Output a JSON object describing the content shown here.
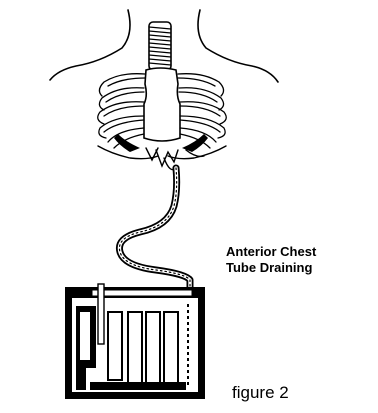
{
  "caption": {
    "line1": "Anterior Chest",
    "line2": "Tube Draining",
    "figure_label": "figure 2"
  },
  "colors": {
    "ink": "#000000",
    "background": "#ffffff"
  }
}
